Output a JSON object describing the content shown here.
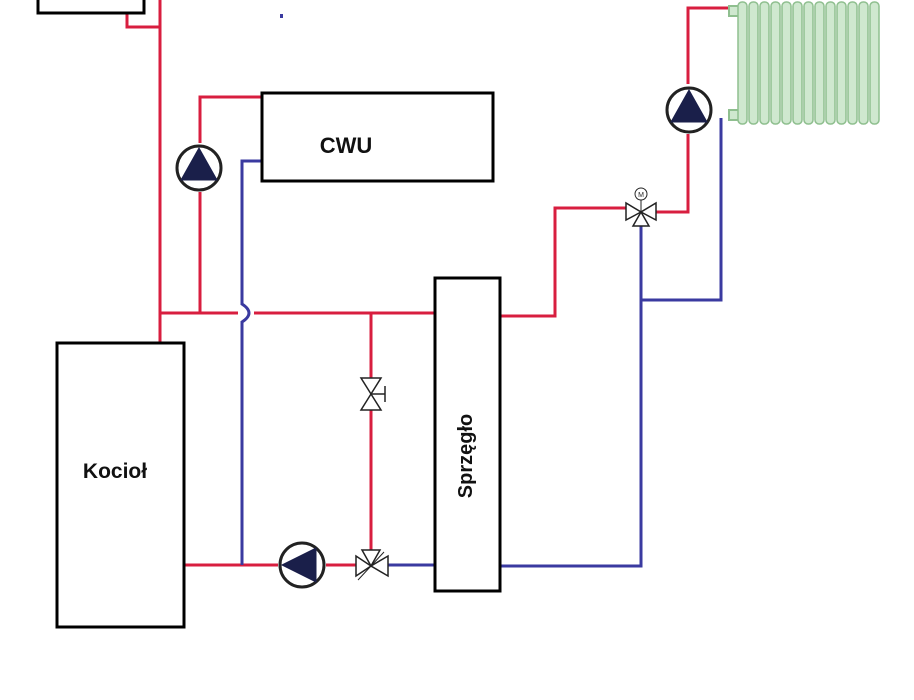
{
  "labels": {
    "cwu": "CWU",
    "boiler": "Kocioł",
    "coupler": "Sprzęgło",
    "motor": "M"
  },
  "colors": {
    "supply": "#d81e3f",
    "return": "#3a3aa0",
    "outline": "#000000",
    "pump_fill": "#1a1f4a",
    "radiator_fill": "#cfe8cf",
    "radiator_stroke": "#8fbf8f"
  },
  "icons": [
    "pump-icon",
    "valve-icon",
    "three-way-valve-icon",
    "motorized-mixing-valve-icon",
    "radiator-icon"
  ]
}
